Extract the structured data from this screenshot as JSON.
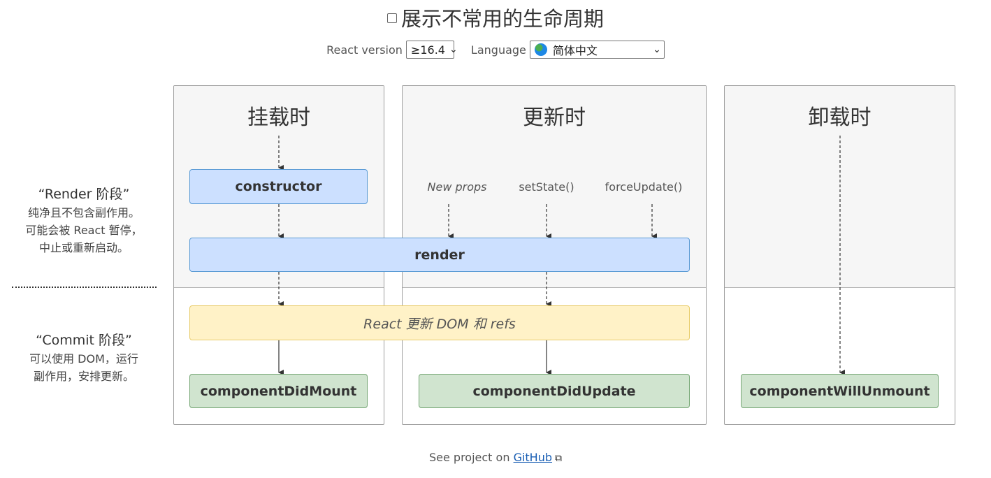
{
  "header": {
    "title": "展示不常用的生命周期",
    "react_version_label": "React version",
    "react_version_value": "≥16.4",
    "language_label": "Language",
    "language_value": "简体中文"
  },
  "phases": {
    "render": {
      "title": "“Render 阶段”",
      "desc_lines": [
        "纯净且不包含副作用。",
        "可能会被 React 暂停，",
        "中止或重新启动。"
      ]
    },
    "commit": {
      "title": "“Commit 阶段”",
      "desc_lines": [
        "可以使用 DOM，运行",
        "副作用，安排更新。"
      ]
    }
  },
  "columns": {
    "mounting": "挂载时",
    "updating": "更新时",
    "unmounting": "卸载时"
  },
  "triggers": {
    "new_props": "New props",
    "set_state": "setState()",
    "force_update": "forceUpdate()"
  },
  "methods": {
    "constructor": "constructor",
    "render": "render",
    "react_updates": "React 更新 DOM 和 refs",
    "component_did_mount": "componentDidMount",
    "component_did_update": "componentDidUpdate",
    "component_will_unmount": "componentWillUnmount"
  },
  "footer": {
    "prefix": "See project on",
    "link": "GitHub"
  }
}
